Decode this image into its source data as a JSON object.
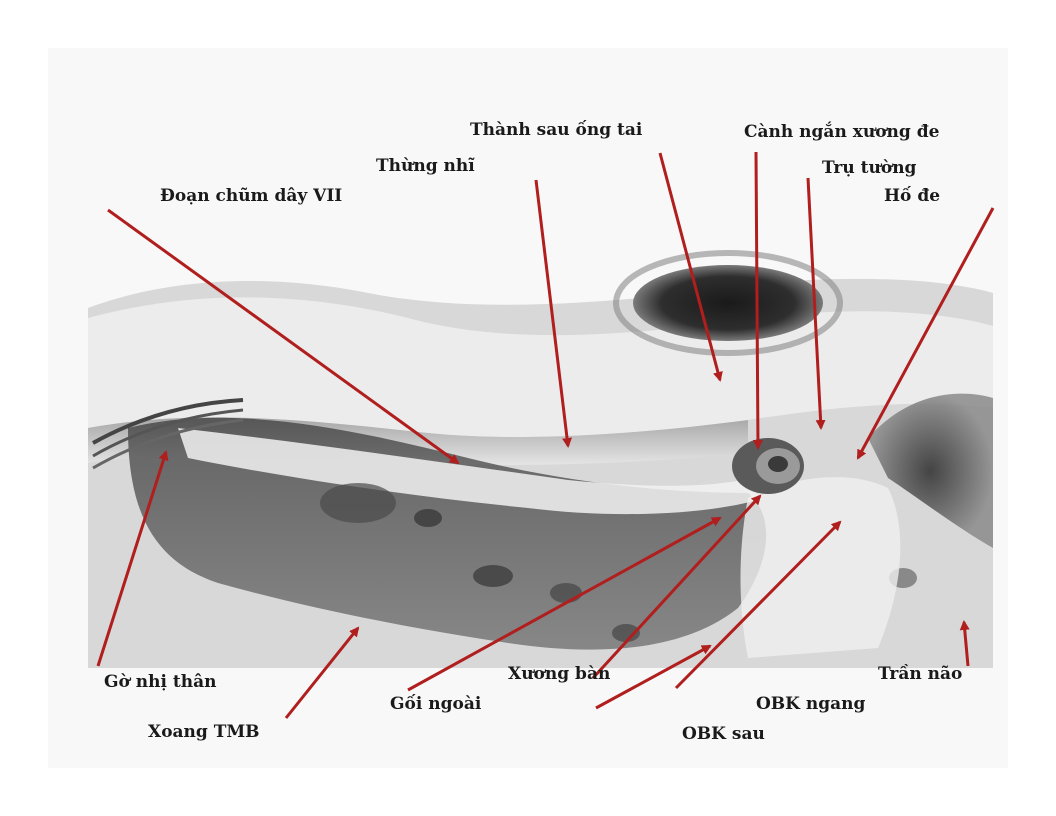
{
  "labels": {
    "thanh_sau_ong_tai": "Thành sau ống tai",
    "canh_ngan_xuong_de": "Cành ngắn xương đe",
    "thung_nhi": "Thừng nhĩ",
    "tru_tuong": "Trụ tường",
    "doan_chum_day_vii": "Đoạn chũm dây VII",
    "ho_de": "Hố đe",
    "go_nhi_than": "Gờ nhị thân",
    "xoang_tmb": "Xoang TMB",
    "goi_ngoai": "Gối ngoài",
    "xuong_ban": "Xương bàn",
    "tran_nao": "Trần não",
    "obk_ngang": "OBK ngang",
    "obk_sau": "OBK sau"
  },
  "colors": {
    "arrow": "#b01e1e",
    "label_text": "#1a1a1a"
  }
}
